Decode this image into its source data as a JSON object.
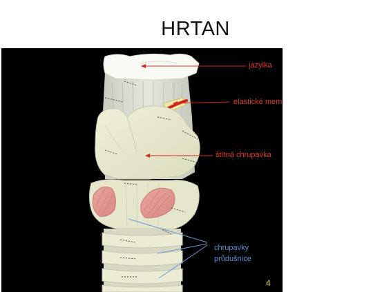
{
  "slide": {
    "title": "HRTAN",
    "page_number": "4"
  },
  "labels": {
    "hyoid": "jazylka",
    "membranes": "elastické membrány",
    "thyroid": "štítná chrupavka",
    "trachea_line1": "chrupavky",
    "trachea_line2": "průdušnice"
  },
  "colors": {
    "label_red": "#e0392c",
    "label_blue": "#5b8fd0",
    "page_number": "#e8d84a",
    "background": "#000000"
  }
}
